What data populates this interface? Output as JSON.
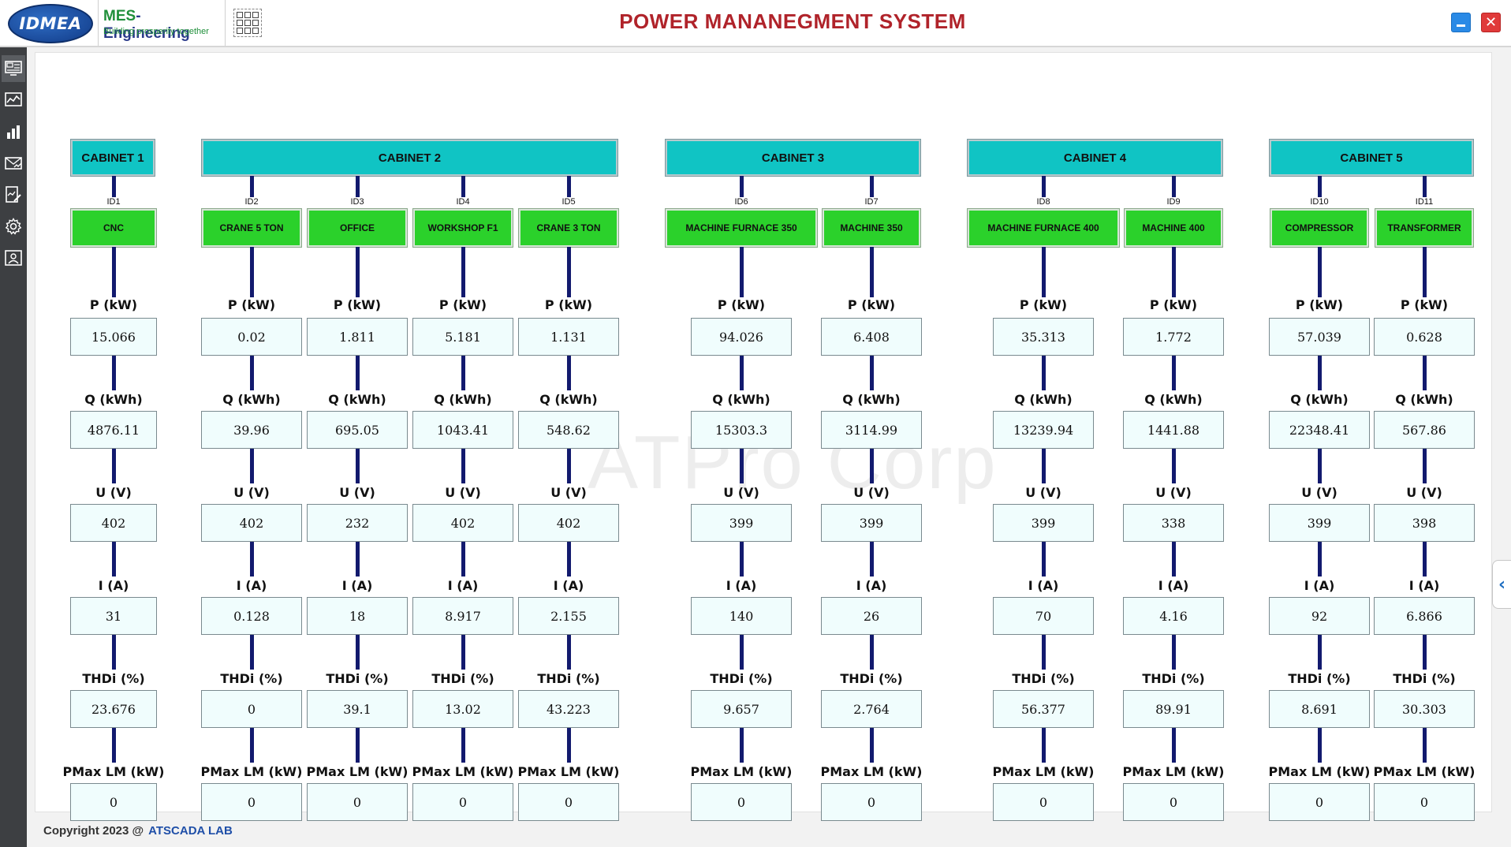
{
  "app": {
    "title": "POWER MANANEGMENT SYSTEM"
  },
  "logos": {
    "idmea": "IDMEA",
    "mes_prefix": "MES",
    "mes_suffix": "-Engineering",
    "mes_tagline": "Building prosperity together"
  },
  "sidebar": {
    "icons": [
      "monitor-icon",
      "trend-chart-icon",
      "bar-chart-icon",
      "mail-chart-icon",
      "report-edit-icon",
      "gear-icon",
      "user-card-icon"
    ]
  },
  "labels": {
    "p": "P (kW)",
    "q": "Q (kWh)",
    "u": "U (V)",
    "i": "I (A)",
    "thdi": "THDi (%)",
    "pmax": "PMax LM (kW)"
  },
  "cabinets": [
    {
      "name": "CABINET 1",
      "loads": [
        {
          "id": "ID1",
          "name": "CNC",
          "p": "15.066",
          "q": "4876.11",
          "u": "402",
          "i": "31",
          "thdi": "23.676",
          "pmax": "0"
        }
      ]
    },
    {
      "name": "CABINET 2",
      "loads": [
        {
          "id": "ID2",
          "name": "CRANE 5 TON",
          "p": "0.02",
          "q": "39.96",
          "u": "402",
          "i": "0.128",
          "thdi": "0",
          "pmax": "0"
        },
        {
          "id": "ID3",
          "name": "OFFICE",
          "p": "1.811",
          "q": "695.05",
          "u": "232",
          "i": "18",
          "thdi": "39.1",
          "pmax": "0"
        },
        {
          "id": "ID4",
          "name": "WORKSHOP F1",
          "p": "5.181",
          "q": "1043.41",
          "u": "402",
          "i": "8.917",
          "thdi": "13.02",
          "pmax": "0"
        },
        {
          "id": "ID5",
          "name": "CRANE 3 TON",
          "p": "1.131",
          "q": "548.62",
          "u": "402",
          "i": "2.155",
          "thdi": "43.223",
          "pmax": "0"
        }
      ]
    },
    {
      "name": "CABINET 3",
      "loads": [
        {
          "id": "ID6",
          "name": "MACHINE FURNACE 350",
          "p": "94.026",
          "q": "15303.3",
          "u": "399",
          "i": "140",
          "thdi": "9.657",
          "pmax": "0"
        },
        {
          "id": "ID7",
          "name": "MACHINE 350",
          "p": "6.408",
          "q": "3114.99",
          "u": "399",
          "i": "26",
          "thdi": "2.764",
          "pmax": "0"
        }
      ]
    },
    {
      "name": "CABINET 4",
      "loads": [
        {
          "id": "ID8",
          "name": "MACHINE FURNACE 400",
          "p": "35.313",
          "q": "13239.94",
          "u": "399",
          "i": "70",
          "thdi": "56.377",
          "pmax": "0"
        },
        {
          "id": "ID9",
          "name": "MACHINE 400",
          "p": "1.772",
          "q": "1441.88",
          "u": "338",
          "i": "4.16",
          "thdi": "89.91",
          "pmax": "0"
        }
      ]
    },
    {
      "name": "CABINET 5",
      "loads": [
        {
          "id": "ID10",
          "name": "COMPRESSOR",
          "p": "57.039",
          "q": "22348.41",
          "u": "399",
          "i": "92",
          "thdi": "8.691",
          "pmax": "0"
        },
        {
          "id": "ID11",
          "name": "TRANSFORMER",
          "p": "0.628",
          "q": "567.86",
          "u": "398",
          "i": "6.866",
          "thdi": "30.303",
          "pmax": "0"
        }
      ]
    }
  ],
  "watermark": "ATPro Corp",
  "footer": {
    "copyright": "Copyright 2023 @",
    "lab": "ATSCADA LAB"
  },
  "colors": {
    "cabinet": "#10c4c4",
    "load": "#2bd12b",
    "connector": "#121a6e",
    "title": "#b0232a"
  }
}
